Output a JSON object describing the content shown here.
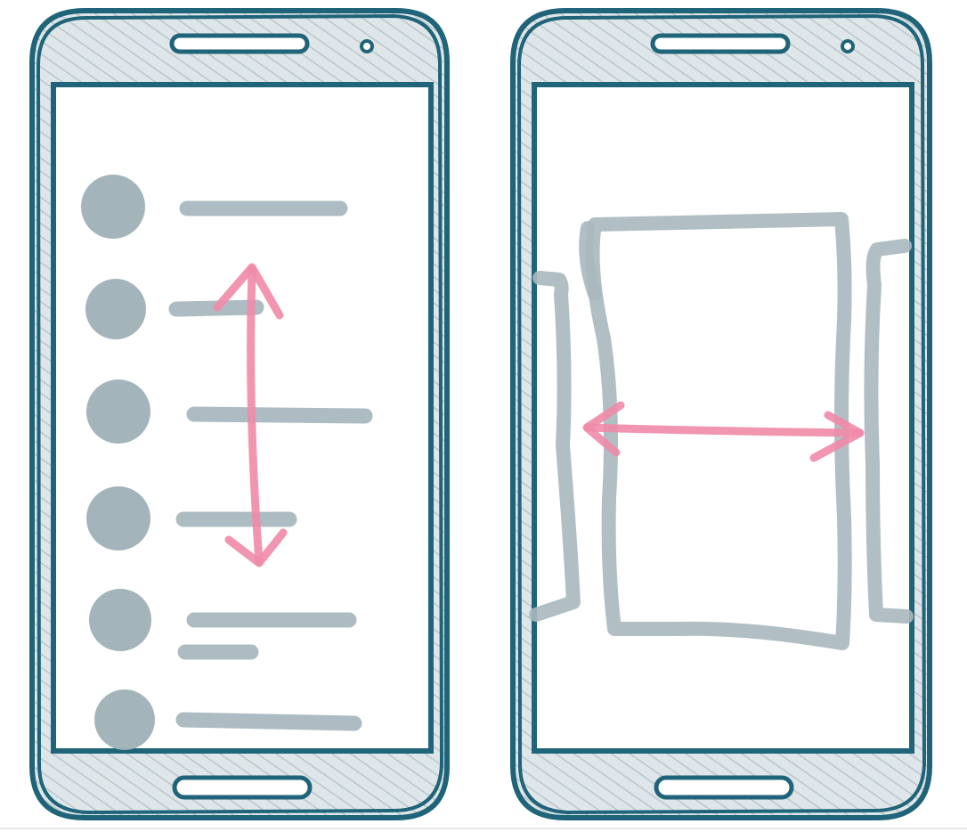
{
  "phones": [
    {
      "id": "list-phone",
      "gesture": "vertical-scroll",
      "list_item_count": 6
    },
    {
      "id": "pager-phone",
      "gesture": "horizontal-swipe",
      "page_count": 3
    }
  ],
  "colors": {
    "outline": "#1f6478",
    "bezel_hatch": "#cfd8dc",
    "content_gray": "#9fb0b7",
    "arrow_pink": "#f08aa8",
    "screen": "#ffffff"
  },
  "icons": [
    "speaker-grille-icon",
    "camera-icon",
    "home-button-icon",
    "vertical-arrow-icon",
    "horizontal-arrow-icon"
  ]
}
